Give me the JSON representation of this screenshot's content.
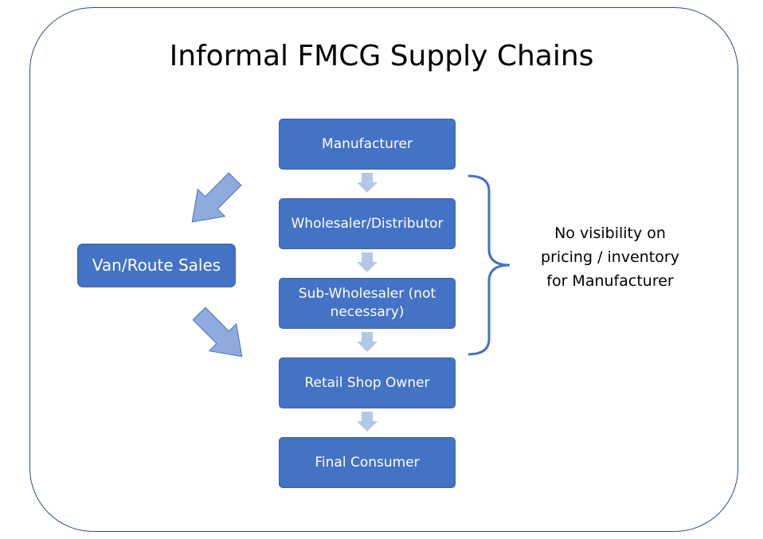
{
  "diagram": {
    "title": "Informal FMCG Supply Chains",
    "chain": [
      {
        "label": "Manufacturer"
      },
      {
        "label": "Wholesaler/Distributor"
      },
      {
        "label": "Sub-Wholesaler (not necessary)"
      },
      {
        "label": "Retail Shop Owner"
      },
      {
        "label": "Final Consumer"
      }
    ],
    "side_channel": {
      "label": "Van/Route Sales"
    },
    "brace_note": "No visibility on pricing / inventory for Manufacturer",
    "colors": {
      "box_fill": "#4472c4",
      "box_text": "#ffffff",
      "flow_arrow": "#b4c7e7",
      "side_arrow_fill": "#8faadc",
      "side_arrow_stroke": "#4472c4",
      "brace": "#4472c4",
      "frame_border": "#2f4f7f"
    }
  }
}
